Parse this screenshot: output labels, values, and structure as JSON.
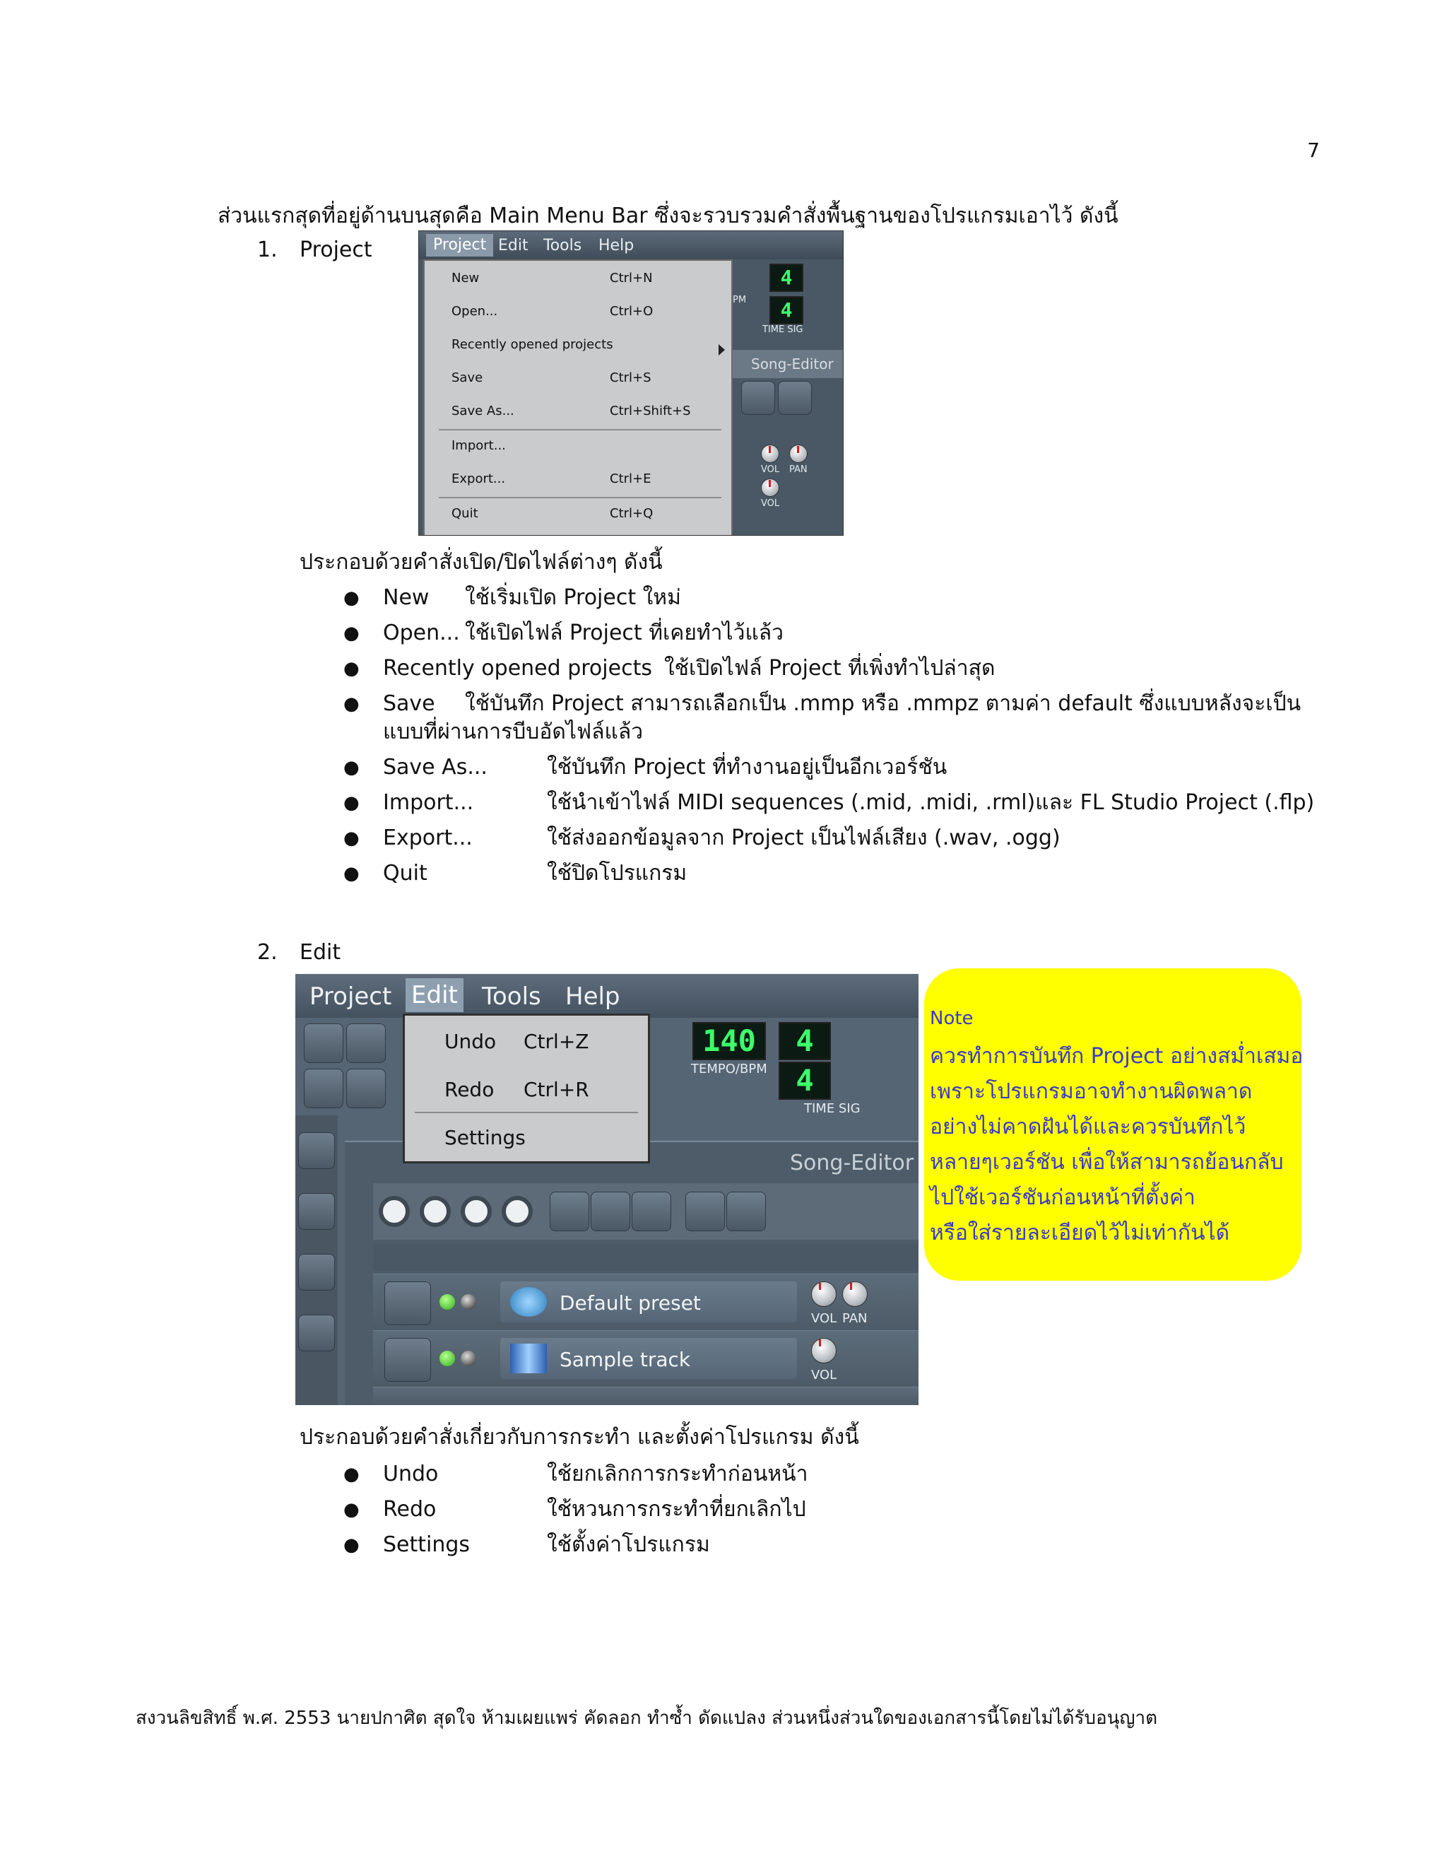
{
  "page_number": "7",
  "intro": "ส่วนแรกสุดที่อยู่ด้านบนสุดคือ Main Menu Bar ซึ่งจะรวบรวมคำสั่งพื้นฐานของโปรแกรมเอาไว้ ดังนี้",
  "section1": {
    "number": "1.",
    "title": "Project",
    "screenshot": {
      "menubar": [
        "Project",
        "Edit",
        "Tools",
        "Help"
      ],
      "items": [
        {
          "label": "New",
          "shortcut": "Ctrl+N"
        },
        {
          "label": "Open...",
          "shortcut": "Ctrl+O"
        },
        {
          "label": "Recently opened projects",
          "shortcut": ""
        },
        {
          "label": "Save",
          "shortcut": "Ctrl+S"
        },
        {
          "label": "Save As...",
          "shortcut": "Ctrl+Shift+S"
        },
        {
          "label": "Import...",
          "shortcut": ""
        },
        {
          "label": "Export...",
          "shortcut": "Ctrl+E"
        },
        {
          "label": "Quit",
          "shortcut": "Ctrl+Q"
        }
      ],
      "lcd1": "4",
      "lcd2": "4",
      "bpm_fragment": "PM",
      "time_sig": "TIME SIG",
      "song_editor": "Song-Editor",
      "vol": "VOL",
      "pan": "PAN"
    },
    "caption": "ประกอบด้วยคำสั่งเปิด/ปิดไฟล์ต่างๆ ดังนี้",
    "bullets": [
      {
        "name": "New",
        "desc": "ใช้เริ่มเปิด Project ใหม่"
      },
      {
        "name": "Open...",
        "desc": "ใช้เปิดไฟล์ Project ที่เคยทำไว้แล้ว"
      },
      {
        "name": "Recently opened projects",
        "desc": "ใช้เปิดไฟล์ Project ที่เพิ่งทำไปล่าสุด"
      },
      {
        "name": "Save",
        "desc": "ใช้บันทึก Project สามารถเลือกเป็น .mmp หรือ .mmpz ตามค่า default ซึ่งแบบหลังจะเป็น",
        "desc2": "แบบที่ผ่านการบีบอัดไฟล์แล้ว"
      },
      {
        "name": "Save As...",
        "desc": "ใช้บันทึก Project ที่ทำงานอยู่เป็นอีกเวอร์ชัน"
      },
      {
        "name": "Import...",
        "desc": "ใช้นำเข้าไฟล์ MIDI sequences (.mid, .midi, .rml)และ FL Studio Project (.flp)"
      },
      {
        "name": "Export...",
        "desc": "ใช้ส่งออกข้อมูลจาก Project เป็นไฟล์เสียง (.wav, .ogg)"
      },
      {
        "name": "Quit",
        "desc": "ใช้ปิดโปรแกรม"
      }
    ]
  },
  "section2": {
    "number": "2.",
    "title": "Edit",
    "screenshot": {
      "menubar": [
        "Project",
        "Edit",
        "Tools",
        "Help"
      ],
      "items": [
        {
          "label": "Undo",
          "shortcut": "Ctrl+Z"
        },
        {
          "label": "Redo",
          "shortcut": "Ctrl+R"
        },
        {
          "label": "Settings",
          "shortcut": ""
        }
      ],
      "tempo_value": "140",
      "tempo_label": "TEMPO/BPM",
      "lcd1": "4",
      "lcd2": "4",
      "time_sig": "TIME SIG",
      "song_editor": "Song-Editor",
      "track1": "Default preset",
      "track2": "Sample track",
      "vol": "VOL",
      "pan": "PAN"
    },
    "caption": "ประกอบด้วยคำสั่งเกี่ยวกับการกระทำ และตั้งค่าโปรแกรม ดังนี้",
    "bullets": [
      {
        "name": "Undo",
        "desc": "ใช้ยกเลิกการกระทำก่อนหน้า"
      },
      {
        "name": "Redo",
        "desc": "ใช้หวนการกระทำที่ยกเลิกไป"
      },
      {
        "name": "Settings",
        "desc": "ใช้ตั้งค่าโปรแกรม"
      }
    ]
  },
  "note": {
    "title": "Note",
    "lines": [
      "ควรทำการบันทึก Project อย่างสม่ำเสมอ",
      "เพราะโปรแกรมอาจทำงานผิดพลาด",
      "อย่างไม่คาดฝันได้และควรบันทึกไว้",
      "หลายๆเวอร์ชัน เพื่อให้สามารถย้อนกลับ",
      "ไปใช้เวอร์ชันก่อนหน้าที่ตั้งค่า",
      "หรือใส่รายละเอียดไว้ไม่เท่ากันได้"
    ]
  },
  "footer": "สงวนลิขสิทธิ์ พ.ศ. 2553 นายปกาศิต สุดใจ ห้ามเผยแพร่ คัดลอก ทำซ้ำ ดัดแปลง ส่วนหนึ่งส่วนใดของเอกสารนี้โดยไม่ได้รับอนุญาต",
  "colors": {
    "note_bg": "#ffff00",
    "note_text": "#3a3ac8",
    "lcd_text": "#3dff6a"
  }
}
